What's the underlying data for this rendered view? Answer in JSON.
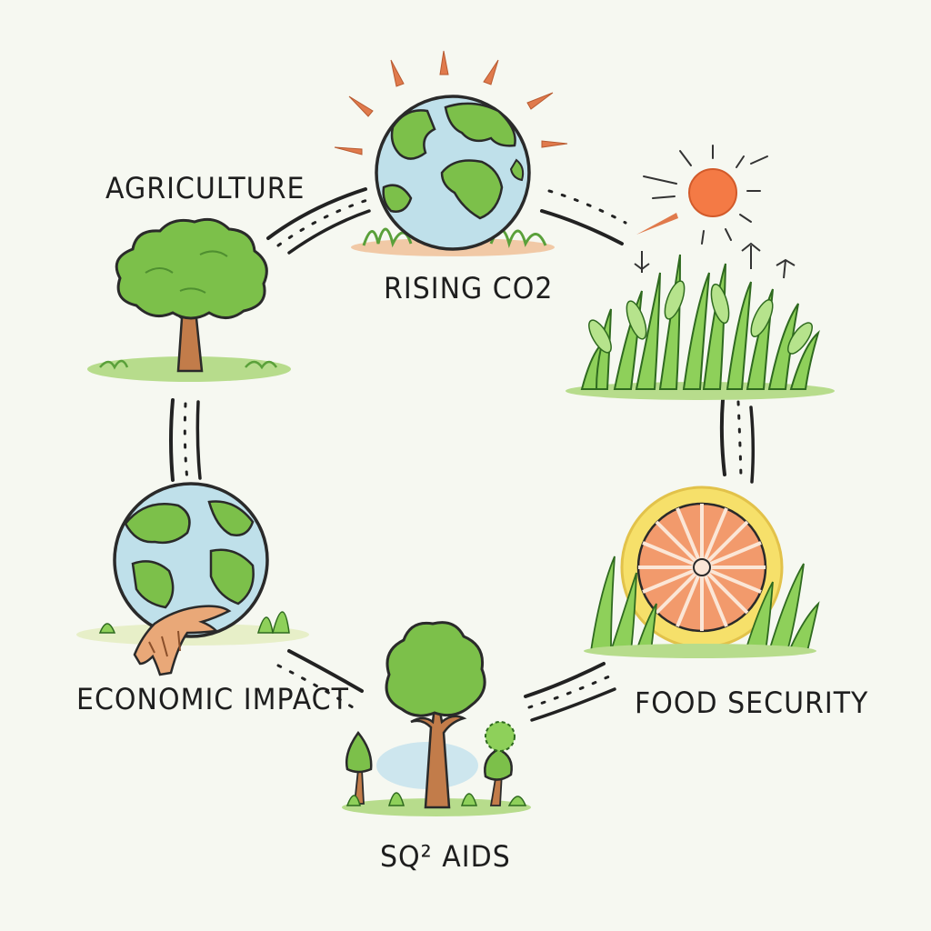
{
  "nodes": {
    "agriculture": "AGRICULTURE",
    "rising_co2": "RISING CO2",
    "food_security": "FOOD SECURITY",
    "economic_impact": "ECONOMIC IMPACT",
    "sq_aids": "SQ² AIDS"
  },
  "colors": {
    "background": "#f6f8f1",
    "leaf_green": "#7cc04a",
    "ocean_blue": "#b9dcea",
    "sun_orange": "#f47a45",
    "trunk_brown": "#b8784a",
    "citrus_yellow": "#f6e06a",
    "ink": "#222222"
  },
  "icons": [
    "earth-globe-icon",
    "sun-icon",
    "tree-icon",
    "grass-plants-icon",
    "citrus-slice-icon",
    "hand-icon",
    "sapling-icon"
  ]
}
